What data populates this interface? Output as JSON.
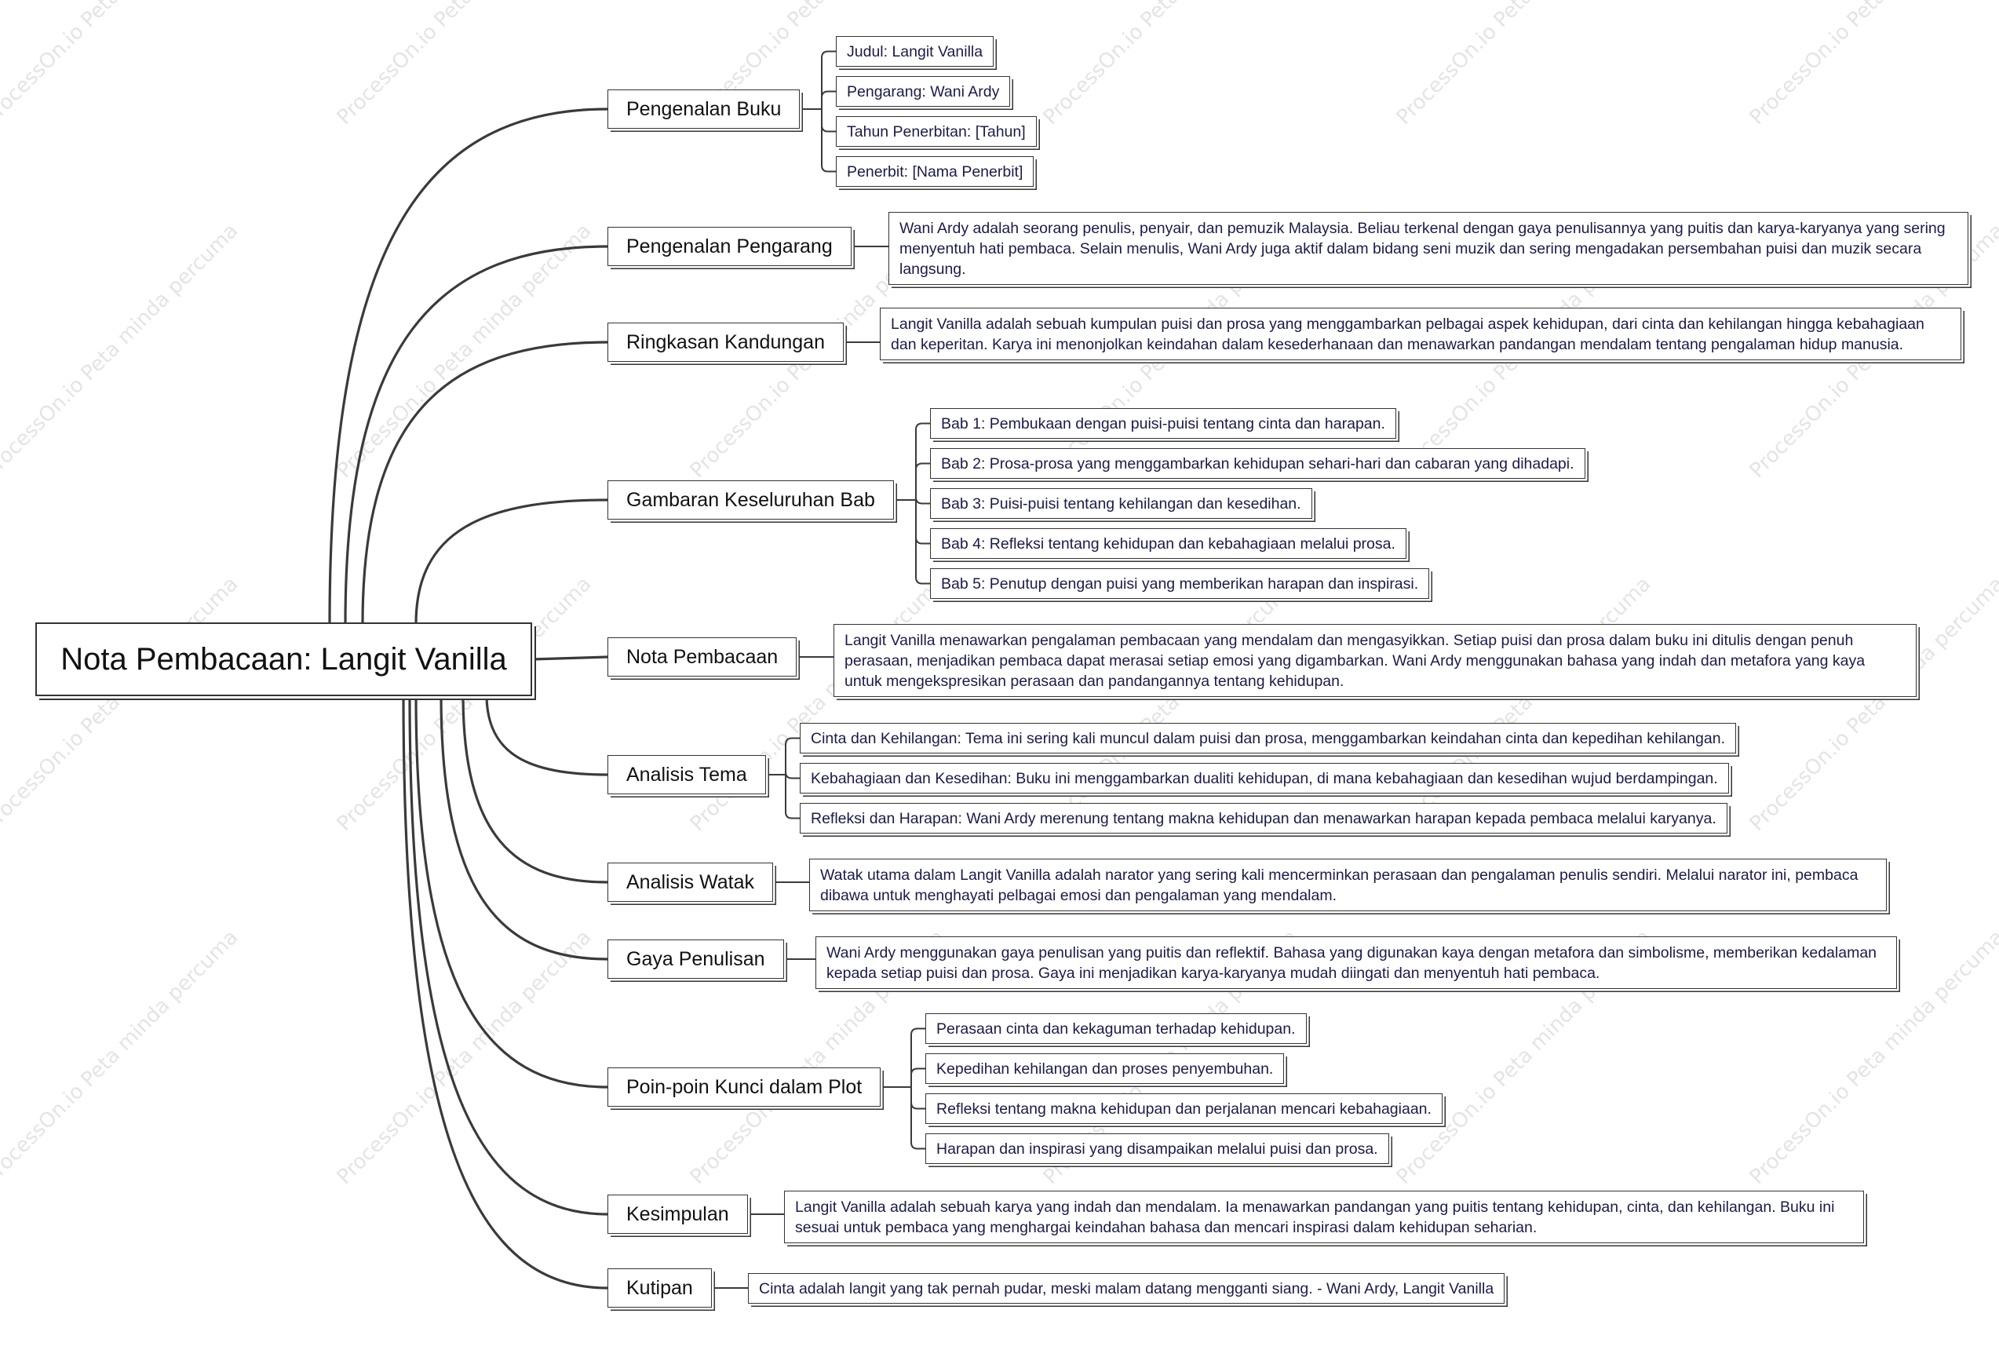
{
  "watermark": "ProcessOn.io Peta minda percuma",
  "root": "Nota Pembacaan: Langit Vanilla",
  "branches": [
    {
      "label": "Pengenalan Buku",
      "children": [
        "Judul: Langit Vanilla",
        "Pengarang: Wani Ardy",
        "Tahun Penerbitan: [Tahun]",
        "Penerbit: [Nama Penerbit]"
      ]
    },
    {
      "label": "Pengenalan Pengarang",
      "children": [
        "Wani Ardy adalah seorang penulis, penyair, dan pemuzik Malaysia. Beliau terkenal dengan gaya penulisannya yang puitis dan karya-karyanya yang sering menyentuh hati pembaca. Selain menulis, Wani Ardy juga aktif dalam bidang seni muzik dan sering mengadakan persembahan puisi dan muzik secara langsung."
      ]
    },
    {
      "label": "Ringkasan Kandungan",
      "children": [
        "Langit Vanilla adalah sebuah kumpulan puisi dan prosa yang menggambarkan pelbagai aspek kehidupan, dari cinta dan kehilangan hingga kebahagiaan dan keperitan. Karya ini menonjolkan keindahan dalam kesederhanaan dan menawarkan pandangan mendalam tentang pengalaman hidup manusia."
      ]
    },
    {
      "label": "Gambaran Keseluruhan Bab",
      "children": [
        "Bab 1: Pembukaan dengan puisi-puisi tentang cinta dan harapan.",
        "Bab 2: Prosa-prosa yang menggambarkan kehidupan sehari-hari dan cabaran yang dihadapi.",
        "Bab 3: Puisi-puisi tentang kehilangan dan kesedihan.",
        "Bab 4: Refleksi tentang kehidupan dan kebahagiaan melalui prosa.",
        "Bab 5: Penutup dengan puisi yang memberikan harapan dan inspirasi."
      ]
    },
    {
      "label": "Nota Pembacaan",
      "children": [
        "Langit Vanilla menawarkan pengalaman pembacaan yang mendalam dan mengasyikkan. Setiap puisi dan prosa dalam buku ini ditulis dengan penuh perasaan, menjadikan pembaca dapat merasai setiap emosi yang digambarkan. Wani Ardy menggunakan bahasa yang indah dan metafora yang kaya untuk mengekspresikan perasaan dan pandangannya tentang kehidupan."
      ]
    },
    {
      "label": "Analisis Tema",
      "children": [
        "Cinta dan Kehilangan: Tema ini sering kali muncul dalam puisi dan prosa, menggambarkan keindahan cinta dan kepedihan kehilangan.",
        "Kebahagiaan dan Kesedihan: Buku ini menggambarkan dualiti kehidupan, di mana kebahagiaan dan kesedihan wujud berdampingan.",
        "Refleksi dan Harapan: Wani Ardy merenung tentang makna kehidupan dan menawarkan harapan kepada pembaca melalui karyanya."
      ]
    },
    {
      "label": "Analisis Watak",
      "children": [
        "Watak utama dalam Langit Vanilla adalah narator yang sering kali mencerminkan perasaan dan pengalaman penulis sendiri. Melalui narator ini, pembaca dibawa untuk menghayati pelbagai emosi dan pengalaman yang mendalam."
      ]
    },
    {
      "label": "Gaya Penulisan",
      "children": [
        "Wani Ardy menggunakan gaya penulisan yang puitis dan reflektif. Bahasa yang digunakan kaya dengan metafora dan simbolisme, memberikan kedalaman kepada setiap puisi dan prosa. Gaya ini menjadikan karya-karyanya mudah diingati dan menyentuh hati pembaca."
      ]
    },
    {
      "label": "Poin-poin Kunci dalam Plot",
      "children": [
        "Perasaan cinta dan kekaguman terhadap kehidupan.",
        "Kepedihan kehilangan dan proses penyembuhan.",
        "Refleksi tentang makna kehidupan dan perjalanan mencari kebahagiaan.",
        "Harapan dan inspirasi yang disampaikan melalui puisi dan prosa."
      ]
    },
    {
      "label": "Kesimpulan",
      "children": [
        "Langit Vanilla adalah sebuah karya yang indah dan mendalam. Ia menawarkan pandangan yang puitis tentang kehidupan, cinta, dan kehilangan. Buku ini sesuai untuk pembaca yang menghargai keindahan bahasa dan mencari inspirasi dalam kehidupan seharian."
      ]
    },
    {
      "label": "Kutipan",
      "children": [
        "Cinta adalah langit yang tak pernah pudar, meski malam datang mengganti siang. - Wani Ardy, Langit Vanilla"
      ]
    }
  ]
}
